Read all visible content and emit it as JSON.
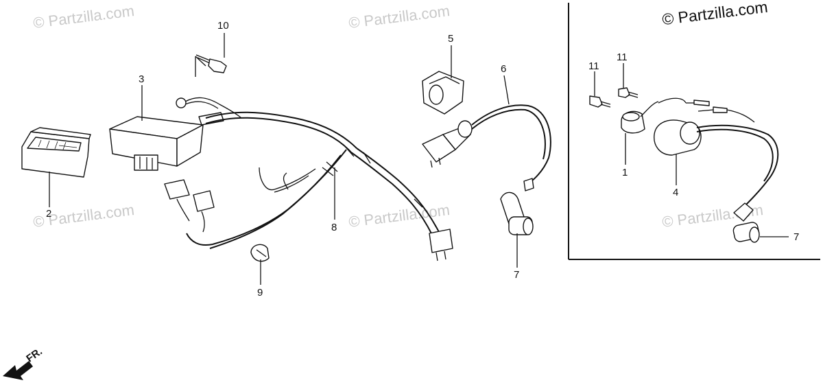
{
  "copyright": "© Partzilla.com",
  "watermark": "© Partzilla.com",
  "front_label": "FR.",
  "callouts": {
    "c1": "1",
    "c2": "2",
    "c3": "3",
    "c4": "4",
    "c5": "5",
    "c6": "6",
    "c7a": "7",
    "c7b": "7",
    "c8": "8",
    "c9": "9",
    "c10": "10",
    "c11a": "11",
    "c11b": "11"
  }
}
